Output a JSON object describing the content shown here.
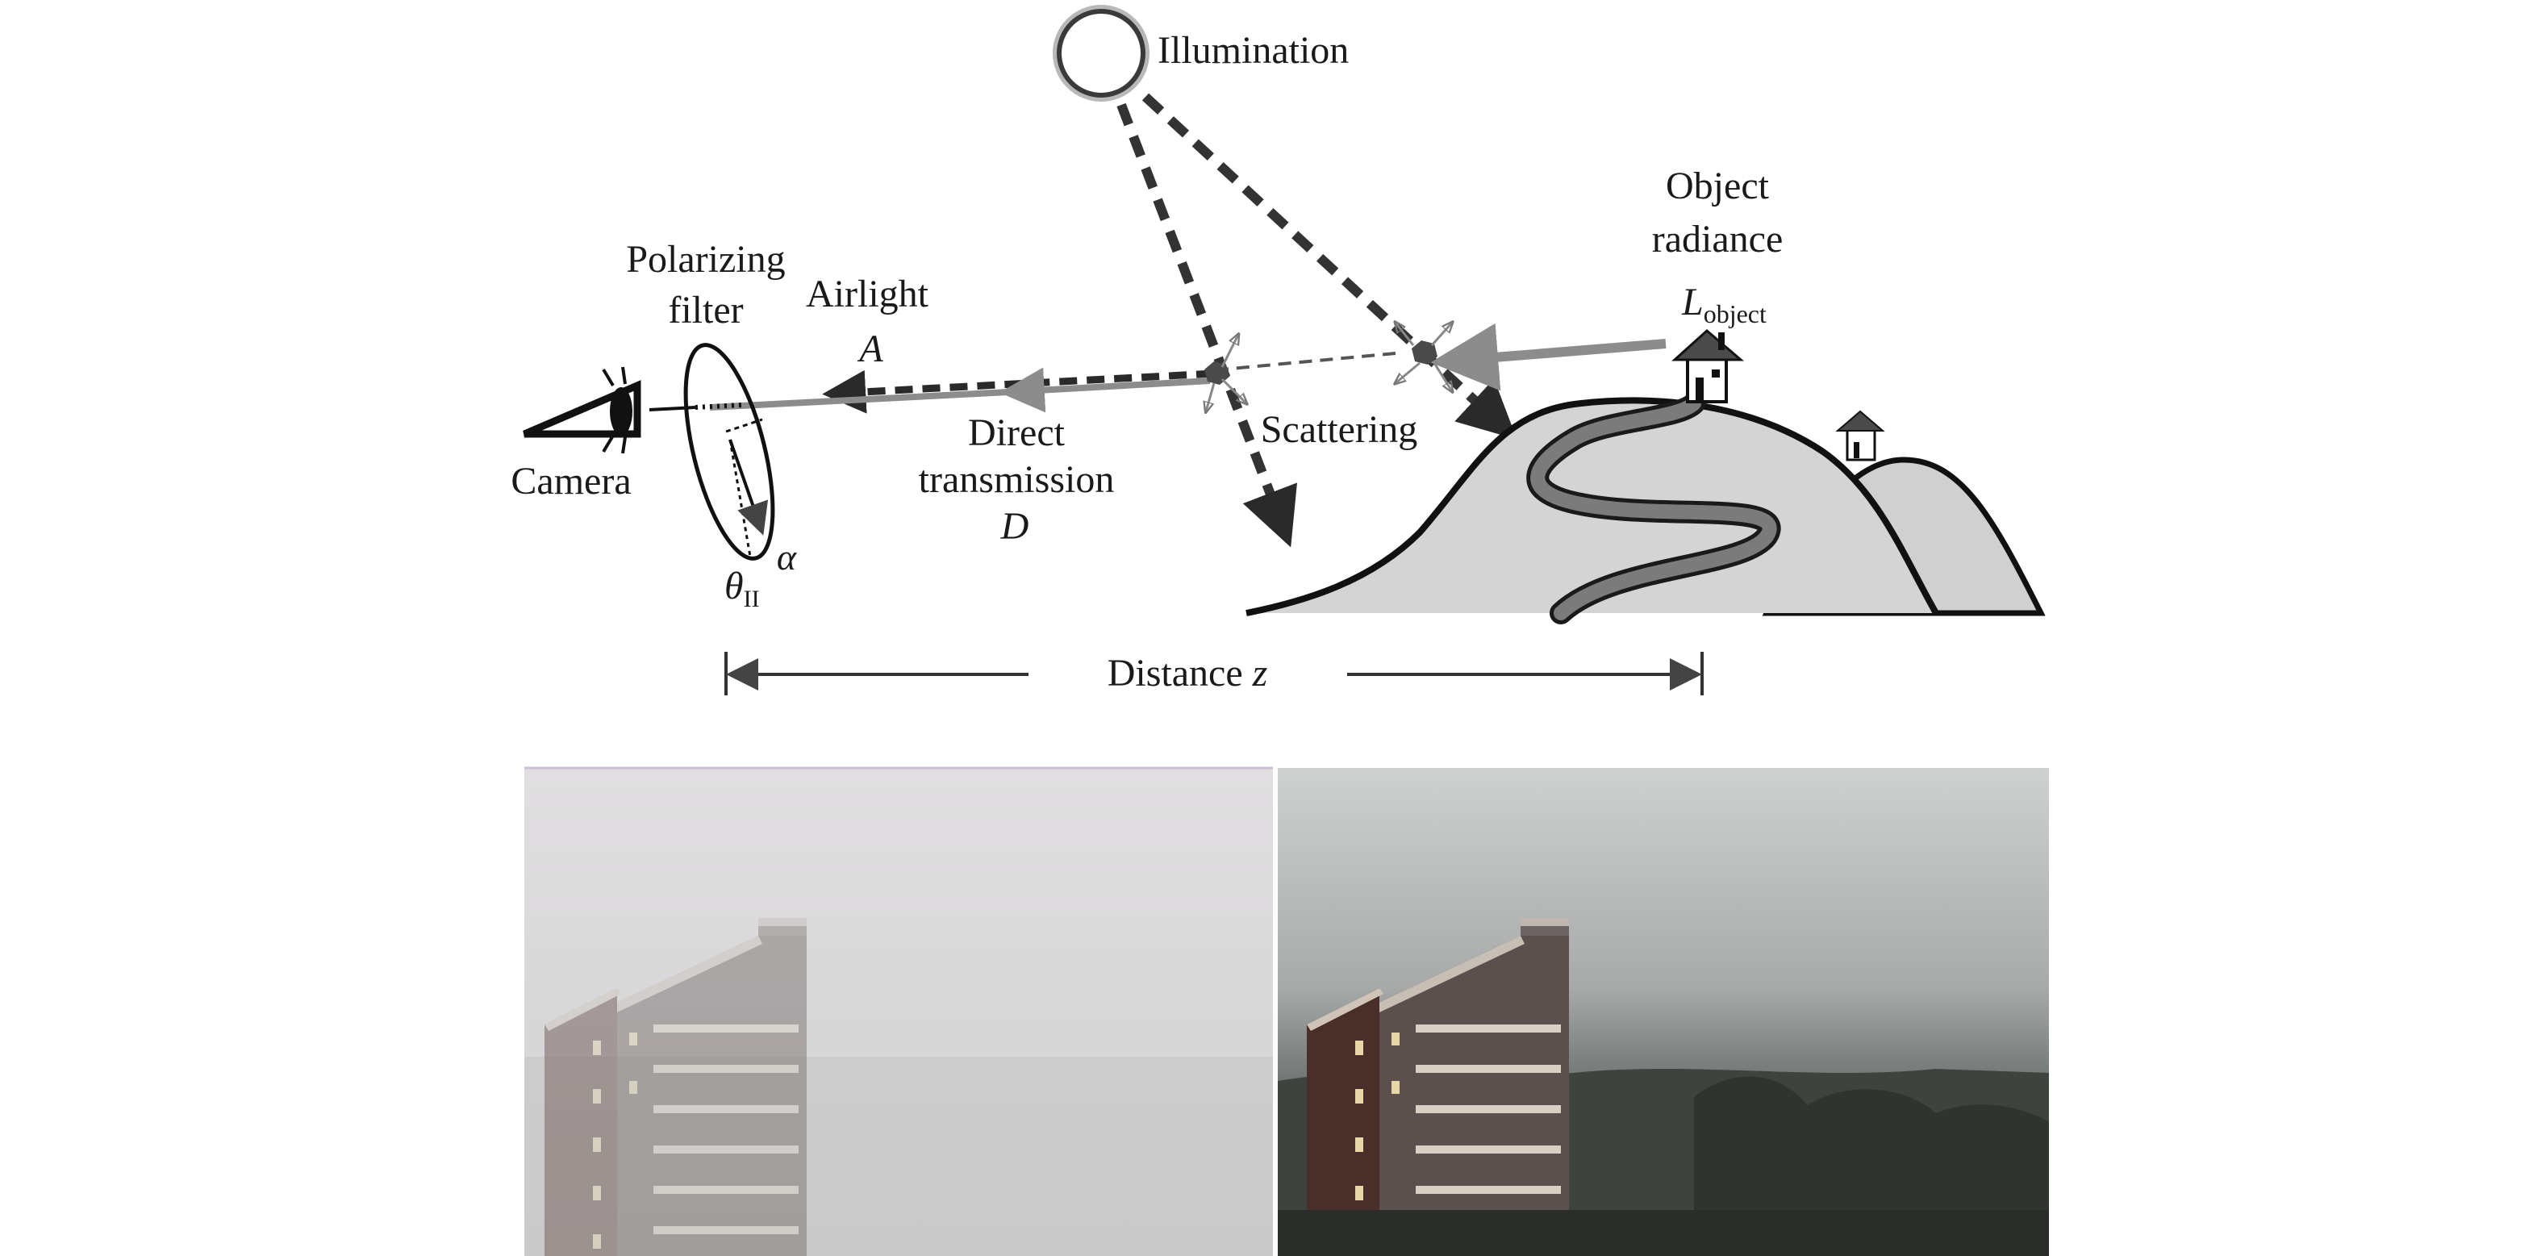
{
  "diagram": {
    "illumination_label": "Illumination",
    "object_radiance_line1": "Object",
    "object_radiance_line2": "radiance",
    "l_object_symbol": "L",
    "l_object_subscript": "object",
    "polarizing_filter_line1": "Polarizing",
    "polarizing_filter_line2": "filter",
    "airlight_label": "Airlight",
    "airlight_symbol": "A",
    "direct_line1": "Direct",
    "direct_line2": "transmission",
    "direct_symbol": "D",
    "scattering_label": "Scattering",
    "camera_label": "Camera",
    "alpha_symbol": "α",
    "theta_symbol": "θ",
    "theta_subscript": "II",
    "distance_label": "Distance ",
    "distance_symbol": "z"
  },
  "photos": {
    "left_state": "hazy",
    "right_state": "dehazed"
  }
}
